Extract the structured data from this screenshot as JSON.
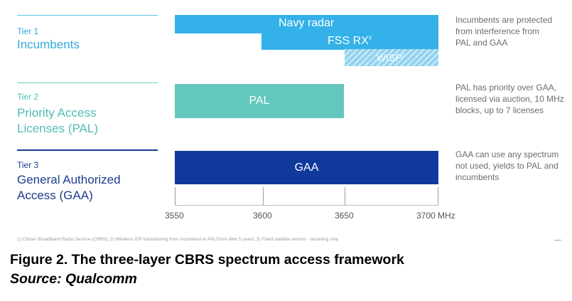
{
  "tiers": [
    {
      "label": "Tier 1",
      "name_lines": [
        "Incumbents"
      ]
    },
    {
      "label": "Tier 2",
      "name_lines": [
        "Priority Access",
        "Licenses (PAL)"
      ]
    },
    {
      "label": "Tier 3",
      "name_lines": [
        "General Authorized",
        "Access (GAA)"
      ]
    }
  ],
  "bars": {
    "navy_radar": "Navy radar",
    "fss_rx": "FSS RX",
    "fss_rx_sup": "3",
    "wisp": "WISP",
    "wisp_sup": "2",
    "pal": "PAL",
    "gaa": "GAA"
  },
  "descriptions": {
    "tier1": [
      "Incumbents are protected",
      "from interference from",
      "PAL and GAA"
    ],
    "tier2": [
      "PAL has priority over GAA,",
      "licensed via auction, 10 MHz",
      "blocks, up to 7 licenses"
    ],
    "tier3": [
      "GAA can use any spectrum",
      "not used, yields to PAL and",
      "incumbents"
    ]
  },
  "axis": {
    "ticks": [
      "3550",
      "3600",
      "3650",
      "3700 MHz"
    ]
  },
  "footnote": "1) Citizen Broadband Radio Service (CBRS); 2) Wireless ISP transitioning from incumbent to PAL/GAA after 5 years; 3) Fixed satellite service - receiving only",
  "figure": {
    "title": "Figure 2. The three-layer CBRS spectrum access framework",
    "source": "Source: Qualcomm"
  },
  "colors": {
    "tier1": "#33b1e8",
    "tier2": "#63c7bd",
    "tier3": "#0f3a9c"
  }
}
